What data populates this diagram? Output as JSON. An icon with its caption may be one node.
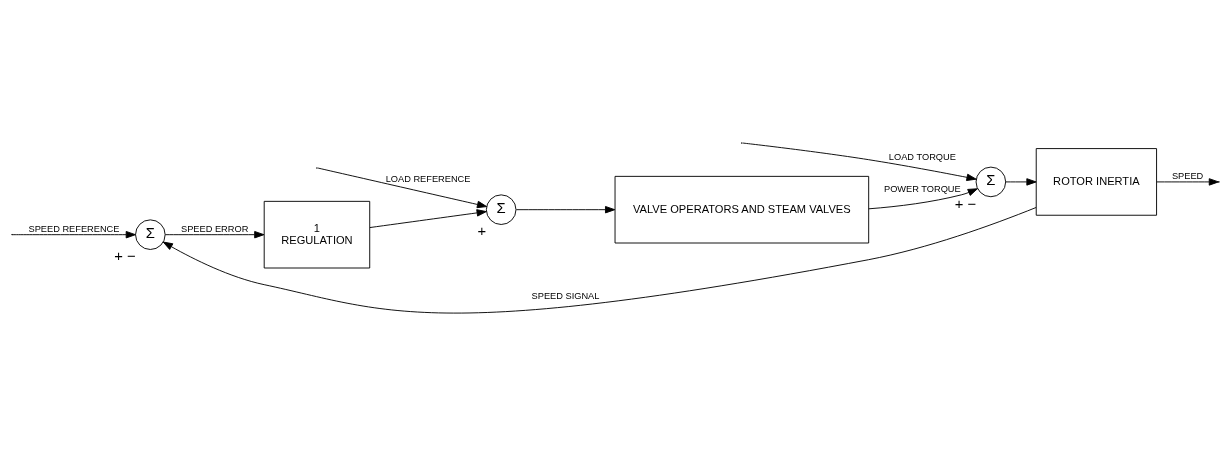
{
  "diagram": {
    "nodes": [
      {
        "text": [
          "Σ"
        ],
        "beside": [
          "+",
          "−"
        ]
      },
      {
        "text": [
          "1",
          "REGULATION"
        ]
      },
      {
        "text": [
          "Σ"
        ],
        "beside": [
          "+"
        ]
      },
      {
        "text": [
          "VALVE OPERATORS AND STEAM VALVES"
        ]
      },
      {
        "text": [
          "Σ"
        ],
        "beside": [
          "+",
          "−"
        ]
      },
      {
        "text": [
          "ROTOR INERTIA"
        ]
      }
    ],
    "edges": [
      {
        "from": null,
        "to": 0,
        "arrow": "to",
        "label": "SPEED REFERENCE"
      },
      {
        "from": 0,
        "to": 1,
        "arrow": "to",
        "label": "SPEED ERROR"
      },
      {
        "from": 1,
        "to": 2,
        "arrow": "to"
      },
      {
        "from": null,
        "to": 2,
        "arrow": "to",
        "label": "LOAD REFERENCE"
      },
      {
        "from": 2,
        "to": 3,
        "arrow": "to"
      },
      {
        "from": 3,
        "to": 4,
        "arrow": "to",
        "label": "POWER TORQUE"
      },
      {
        "from": null,
        "to": 4,
        "arrow": "to",
        "label": "LOAD TORQUE"
      },
      {
        "from": 4,
        "to": 5,
        "arrow": "to"
      },
      {
        "from": 5,
        "to": null,
        "arrow": "to",
        "label": "SPEED"
      },
      {
        "from": 5,
        "to": 0,
        "arrow": "to",
        "label": "SPEED SIGNAL"
      }
    ]
  }
}
